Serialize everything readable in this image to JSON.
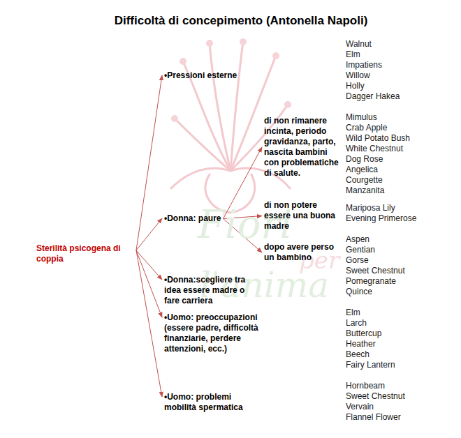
{
  "diagram": {
    "title": "Difficoltà di concepimento (Antonella Napoli)",
    "nodes": [
      {
        "text": [
          "Sterilità psicogena di coppia"
        ]
      },
      {
        "text": [
          "•Pressioni esterne"
        ]
      },
      {
        "text": [
          "•Donna: paure"
        ]
      },
      {
        "text": [
          "di non rimanere incinta, periodo gravidanza, parto, nascita bambini con problematiche di salute."
        ]
      },
      {
        "text": [
          "di non potere essere una buona madre"
        ]
      },
      {
        "text": [
          "dopo avere perso un bambino"
        ]
      },
      {
        "text": [
          "•Donna:scegliere tra idea essere madre o fare carriera"
        ]
      },
      {
        "text": [
          "•Uomo: preoccupazioni (essere padre, difficoltà finanziarie, perdere attenzioni, ecc.)"
        ]
      },
      {
        "text": [
          "•Uomo: problemi mobilità spermatica"
        ]
      }
    ],
    "edges": [
      {
        "from": 0,
        "to": 1,
        "arrow": "to"
      },
      {
        "from": 0,
        "to": 2,
        "arrow": "to"
      },
      {
        "from": 2,
        "to": 3,
        "arrow": "to"
      },
      {
        "from": 2,
        "to": 4,
        "arrow": "to"
      },
      {
        "from": 2,
        "to": 5,
        "arrow": "to"
      },
      {
        "from": 0,
        "to": 6,
        "arrow": "to"
      },
      {
        "from": 0,
        "to": 7,
        "arrow": "to"
      },
      {
        "from": 0,
        "to": 8,
        "arrow": "to"
      }
    ],
    "labels": [
      "Walnut",
      "Elm",
      "Impatiens",
      "Willow",
      "Holly",
      "Dagger Hakea",
      "Mimulus",
      "Crab Apple",
      "Wild Potato Bush",
      "White Chestnut",
      "Dog Rose",
      "Angelica",
      "Courgette",
      "Manzanita",
      "Mariposa Lily",
      "Evening Primerose",
      "Aspen",
      "Gentian",
      "Gorse",
      "Sweet Chestnut",
      "Pomegranate",
      "Quince",
      "Elm",
      "Larch",
      "Buttercup",
      "Heather",
      "Beech",
      "Fairy Lantern",
      "Hornbeam",
      "Sweet Chestnut",
      "Vervain",
      "Flannel Flower",
      "Fiori",
      "per",
      "l'anima"
    ]
  }
}
